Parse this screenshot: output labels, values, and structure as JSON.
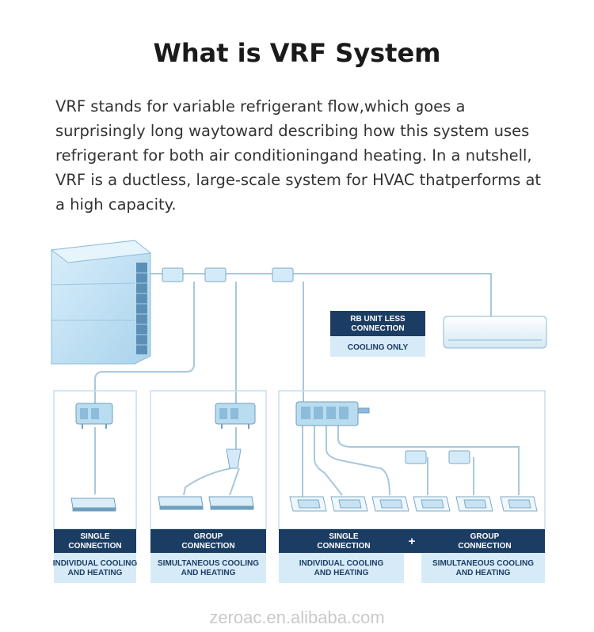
{
  "page": {
    "title": "What is VRF System",
    "intro": "VRF stands for variable refrigerant flow,which goes a surprisingly long waytoward describing how this system uses refrigerant for both air conditioningand heating. In a nutshell, VRF is a ductless, large-scale system for HVAC thatperforms at a high capacity."
  },
  "diagram": {
    "rb_box": {
      "line1": "RB UNIT LESS",
      "line2": "CONNECTION",
      "sub": "COOLING ONLY"
    },
    "panels": [
      {
        "line1": "SINGLE",
        "line2": "CONNECTION",
        "sub1": "INDIVIDUAL COOLING",
        "sub2": "AND HEATING"
      },
      {
        "line1": "GROUP",
        "line2": "CONNECTION",
        "sub1": "SIMULTANEOUS COOLING",
        "sub2": "AND HEATING"
      },
      {
        "line1": "SINGLE",
        "line2": "CONNECTION",
        "sub1": "INDIVIDUAL COOLING",
        "sub2": "AND HEATING"
      },
      {
        "line1": "GROUP",
        "line2": "CONNECTION",
        "sub1": "SIMULTANEOUS COOLING",
        "sub2": "AND HEATING"
      }
    ],
    "plus": "+",
    "colors": {
      "label_dark": "#1c3d63",
      "label_light": "#d6ebf7",
      "pipe": "#a8c8dc",
      "unit": "#b9dcef"
    }
  },
  "watermark": "zeroac.en.alibaba.com"
}
